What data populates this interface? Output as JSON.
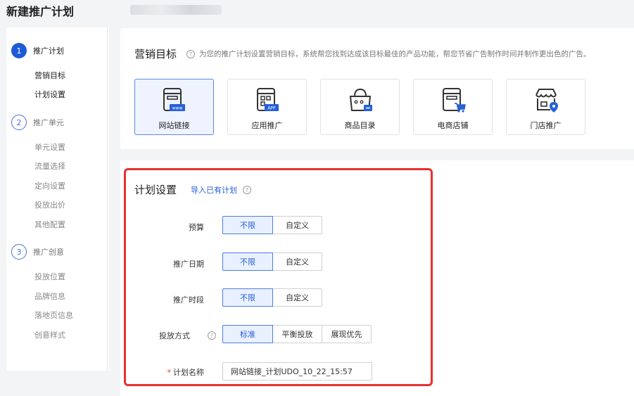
{
  "page": {
    "title": "新建推广计划"
  },
  "stepnav": {
    "steps": [
      {
        "num": "1",
        "label": "推广计划",
        "subs": [
          "营销目标",
          "计划设置"
        ]
      },
      {
        "num": "2",
        "label": "推广单元",
        "subs": [
          "单元设置",
          "流量选择",
          "定向设置",
          "投放出价",
          "其他配置"
        ]
      },
      {
        "num": "3",
        "label": "推广创意",
        "subs": [
          "投放位置",
          "品牌信息",
          "落地页信息",
          "创意样式"
        ]
      }
    ]
  },
  "goal": {
    "title": "营销目标",
    "description": "为您的推广计划设置营销目标，系统帮您找到达成该目标最佳的产品功能，帮您节省广告制作时间并制作更出色的广告。",
    "cards": [
      {
        "label": "网站链接",
        "icon": "website-link-icon",
        "badge": "www",
        "selected": true
      },
      {
        "label": "应用推广",
        "icon": "app-promotion-icon",
        "badge": "APP",
        "selected": false
      },
      {
        "label": "商品目录",
        "icon": "product-catalog-icon",
        "selected": false
      },
      {
        "label": "电商店铺",
        "icon": "ecommerce-store-icon",
        "selected": false
      },
      {
        "label": "门店推广",
        "icon": "store-location-icon",
        "selected": false
      }
    ]
  },
  "plan": {
    "title": "计划设置",
    "import_link": "导入已有计划",
    "budget": {
      "label": "预算",
      "options": [
        "不限",
        "自定义"
      ],
      "selected": "不限"
    },
    "date": {
      "label": "推广日期",
      "options": [
        "不限",
        "自定义"
      ],
      "selected": "不限"
    },
    "period": {
      "label": "推广时段",
      "options": [
        "不限",
        "自定义"
      ],
      "selected": "不限"
    },
    "delivery": {
      "label": "投放方式",
      "options": [
        "标准",
        "平衡投放",
        "展现优先"
      ],
      "selected": "标准"
    },
    "name": {
      "label": "计划名称",
      "required_mark": "*",
      "value": "网站链接_计划UDO_10_22_15:57"
    }
  },
  "colors": {
    "accent": "#1d5bd6",
    "highlight_border": "#e8312f"
  }
}
